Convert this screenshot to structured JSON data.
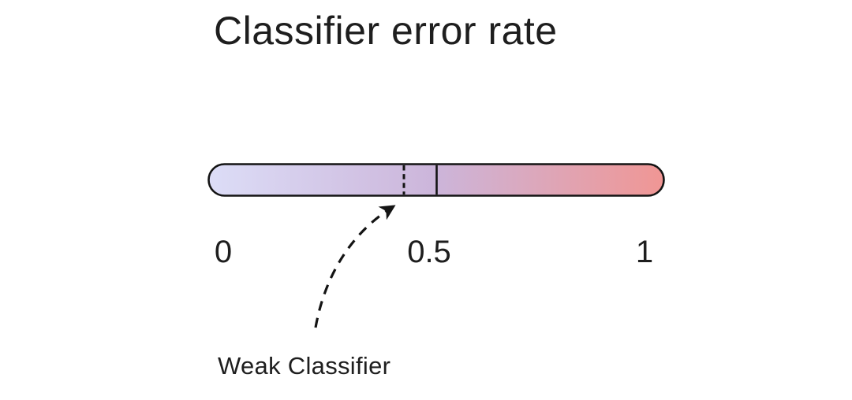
{
  "colors": {
    "background": "#ffffff",
    "text": "#1e1e1e",
    "ink": "#141414",
    "bar_gradient_left": "#dcddf7",
    "bar_gradient_mid": "#ccb5da",
    "bar_gradient_right": "#f09694"
  },
  "title": "Classifier error rate",
  "axis": {
    "min": 0,
    "max": 1,
    "ticks": [
      {
        "label": "0",
        "value": 0
      },
      {
        "label": "0.5",
        "value": 0.5
      },
      {
        "label": "1",
        "value": 1
      }
    ]
  },
  "markers": {
    "threshold": {
      "value": 0.5,
      "style": "solid"
    },
    "weak_classifier": {
      "value": 0.43,
      "style": "dashed"
    }
  },
  "annotation": {
    "label": "Weak Classifier"
  }
}
